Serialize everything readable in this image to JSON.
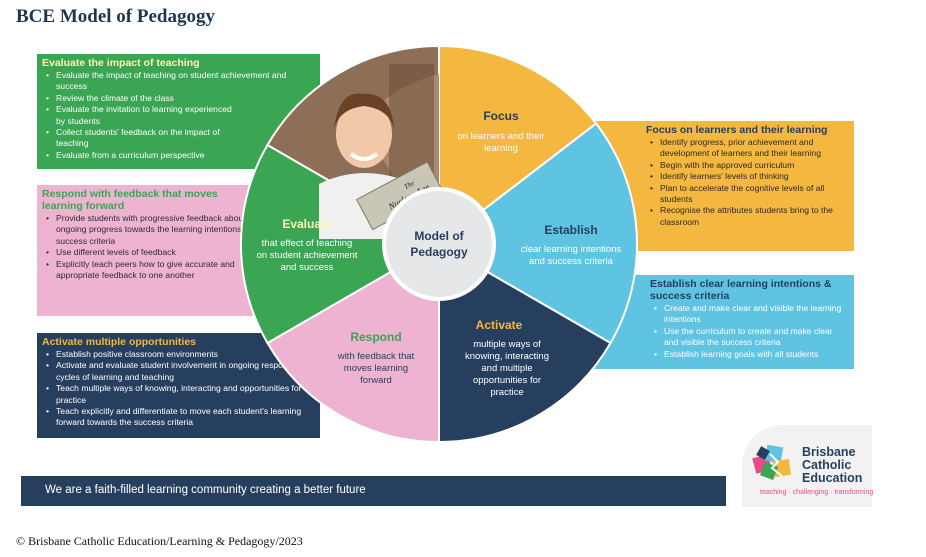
{
  "title": "BCE Model of Pedagogy",
  "colors": {
    "green": "#3aa552",
    "pink": "#efb3d2",
    "navy": "#273f5e",
    "orange": "#f4b73f",
    "blue": "#5fc4e1",
    "center": "#e6e7e9"
  },
  "wheel": {
    "center": {
      "line1": "Model of",
      "line2": "Pedagogy"
    },
    "focus": {
      "title": "Focus",
      "l1": "on learners and their",
      "l2": "learning"
    },
    "establish": {
      "title": "Establish",
      "l1": "clear learning intentions",
      "l2": "and success criteria"
    },
    "activate": {
      "title": "Activate",
      "l1": "multiple ways of",
      "l2": "knowing, interacting",
      "l3": "and multiple",
      "l4": "opportunities for",
      "l5": "practice"
    },
    "respond": {
      "title": "Respond",
      "l1": "with feedback that",
      "l2": "moves learning",
      "l3": "forward"
    },
    "evaluate": {
      "title": "Evaluate",
      "l1": "that effect of teaching",
      "l2": "on student achievement",
      "l3": "and success"
    },
    "photo_book": {
      "l1": "The",
      "l2": "Nuclear Age"
    }
  },
  "panels": {
    "evaluate": {
      "heading": "Evaluate the impact of teaching",
      "items": [
        "Evaluate the impact of teaching on student achievement and success",
        "Review the climate of the class",
        "Evaluate the invitation to learning experienced by students",
        "Collect students' feedback on the impact of teaching",
        "Evaluate from a curriculum perspective"
      ]
    },
    "respond": {
      "heading": "Respond with feedback that moves learning forward",
      "items": [
        "Provide students with progressive feedback about their ongoing progress towards the learning intentions and success criteria",
        "Use different levels of feedback",
        "Explicitly teach peers how to give accurate and appropriate feedback to one another"
      ]
    },
    "activate": {
      "heading": "Activate multiple opportunities",
      "items": [
        "Establish positive classroom environments",
        "Activate and evaluate student involvement in ongoing responsive cycles of learning and teaching",
        "Teach multiple ways of knowing, interacting and opportunities for practice",
        "Teach explicitly and differentiate to move each student's learning forward towards the success criteria"
      ]
    },
    "focus": {
      "heading": "Focus on learners and their learning",
      "items": [
        "Identify progress, prior achievement and development of learners and their learning",
        "Begin with the approved curriculum",
        "Identify learners' levels of thinking",
        "Plan to accelerate the cognitive levels of all students",
        "Recognise the attributes students bring to the classroom"
      ]
    },
    "establish": {
      "heading": "Establish clear learning intentions & success criteria",
      "items": [
        "Create and make clear and visible the learning intentions",
        "Use the curriculum to create and make clear and visible the success criteria",
        "Establish learning goals with all students"
      ]
    }
  },
  "banner": "We are a faith-filled learning community creating a better future",
  "logo": {
    "line1": "Brisbane",
    "line2": "Catholic",
    "line3": "Education",
    "tagline": "teaching · challenging · transforming"
  },
  "footer": "© Brisbane Catholic Education/Learning & Pedagogy/2023"
}
